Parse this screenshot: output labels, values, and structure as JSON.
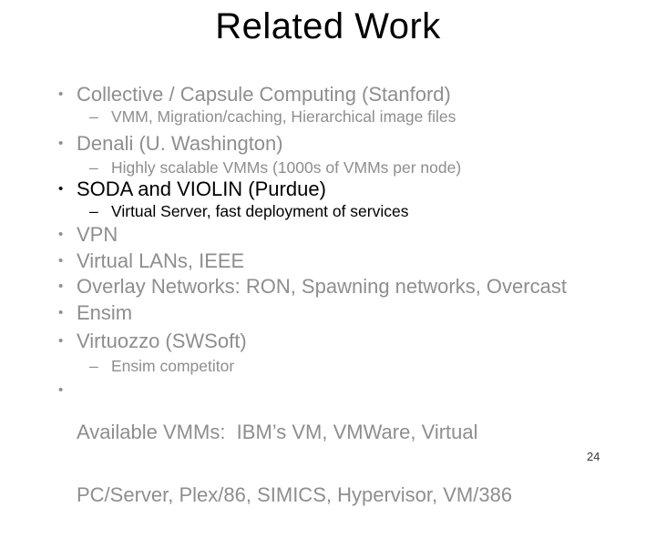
{
  "slide": {
    "title": "Related Work",
    "page_number": "24",
    "markers": {
      "bullet": "•",
      "dash": "–"
    },
    "colors": {
      "background": "#ffffff",
      "title_text": "#000000",
      "muted_text": "#8e8e8e",
      "emphasis_text": "#000000"
    },
    "bullets": [
      {
        "level": 1,
        "emphasis": false,
        "text": "Collective / Capsule Computing (Stanford)"
      },
      {
        "level": 2,
        "emphasis": false,
        "text": "VMM, Migration/caching, Hierarchical image files"
      },
      {
        "level": 1,
        "emphasis": false,
        "text": "Denali (U. Washington)"
      },
      {
        "level": 2,
        "emphasis": false,
        "text": "Highly scalable VMMs (1000s of VMMs per node)"
      },
      {
        "level": 1,
        "emphasis": true,
        "text": "SODA and VIOLIN (Purdue)"
      },
      {
        "level": 2,
        "emphasis": true,
        "text": "Virtual Server, fast deployment of services"
      },
      {
        "level": 1,
        "emphasis": false,
        "text": "VPN"
      },
      {
        "level": 1,
        "emphasis": false,
        "text": "Virtual LANs, IEEE"
      },
      {
        "level": 1,
        "emphasis": false,
        "text": "Overlay Networks: RON, Spawning networks, Overcast"
      },
      {
        "level": 1,
        "emphasis": false,
        "text": "Ensim"
      },
      {
        "level": 1,
        "emphasis": false,
        "text": "Virtuozzo (SWSoft)"
      },
      {
        "level": 2,
        "emphasis": false,
        "text": "Ensim competitor"
      },
      {
        "level": 1,
        "emphasis": false,
        "lines": [
          "Available VMMs:  IBM’s VM, VMWare, Virtual",
          "PC/Server, Plex/86, SIMICS, Hypervisor, VM/386"
        ]
      }
    ]
  }
}
